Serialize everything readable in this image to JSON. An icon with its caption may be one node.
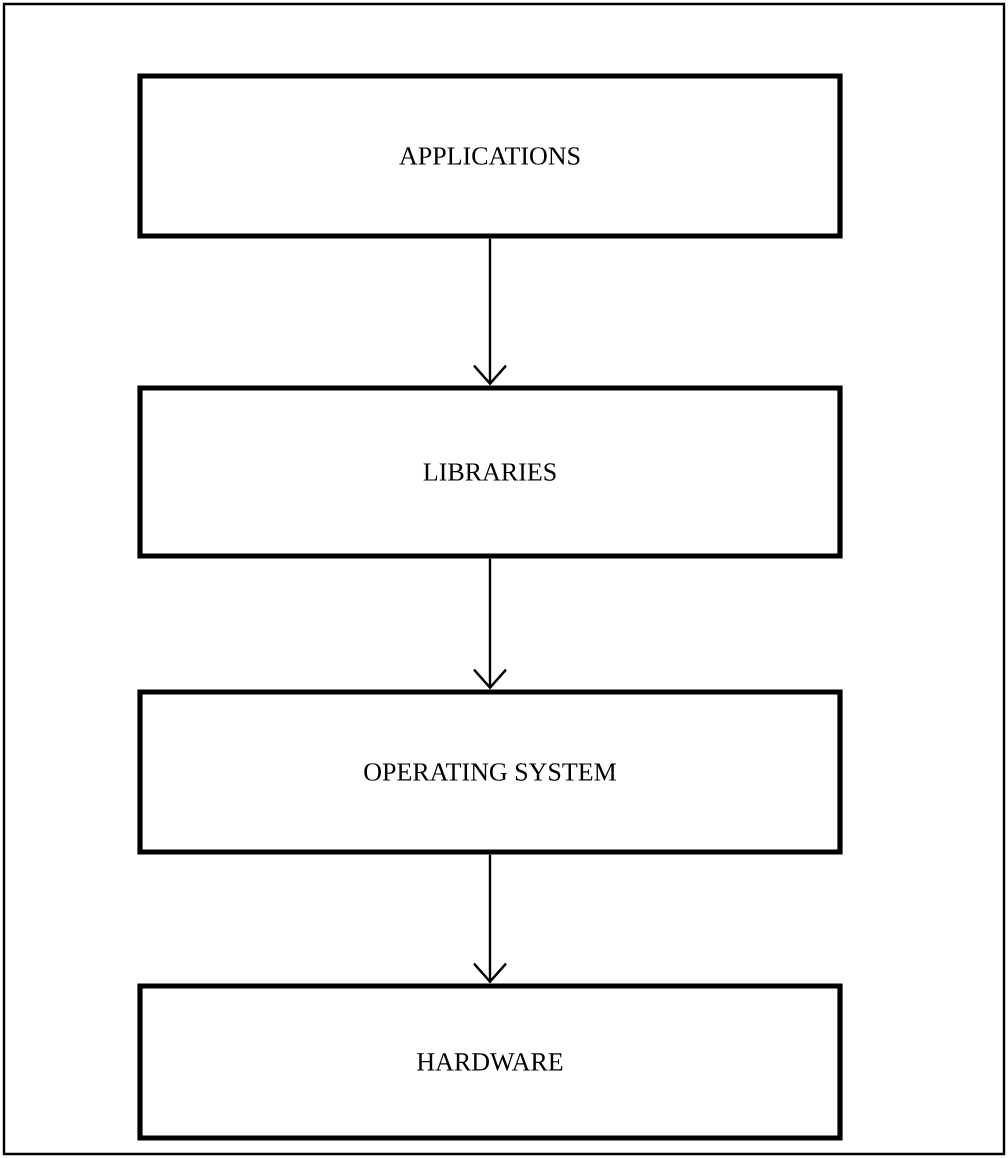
{
  "diagram": {
    "nodes": [
      {
        "text": [
          "APPLICATIONS"
        ]
      },
      {
        "text": [
          "LIBRARIES"
        ]
      },
      {
        "text": [
          "OPERATING SYSTEM"
        ]
      },
      {
        "text": [
          "HARDWARE"
        ]
      }
    ],
    "edges": [
      {
        "from": 0,
        "to": 1,
        "arrow": "to"
      },
      {
        "from": 1,
        "to": 2,
        "arrow": "to"
      },
      {
        "from": 2,
        "to": 3,
        "arrow": "to"
      }
    ]
  }
}
